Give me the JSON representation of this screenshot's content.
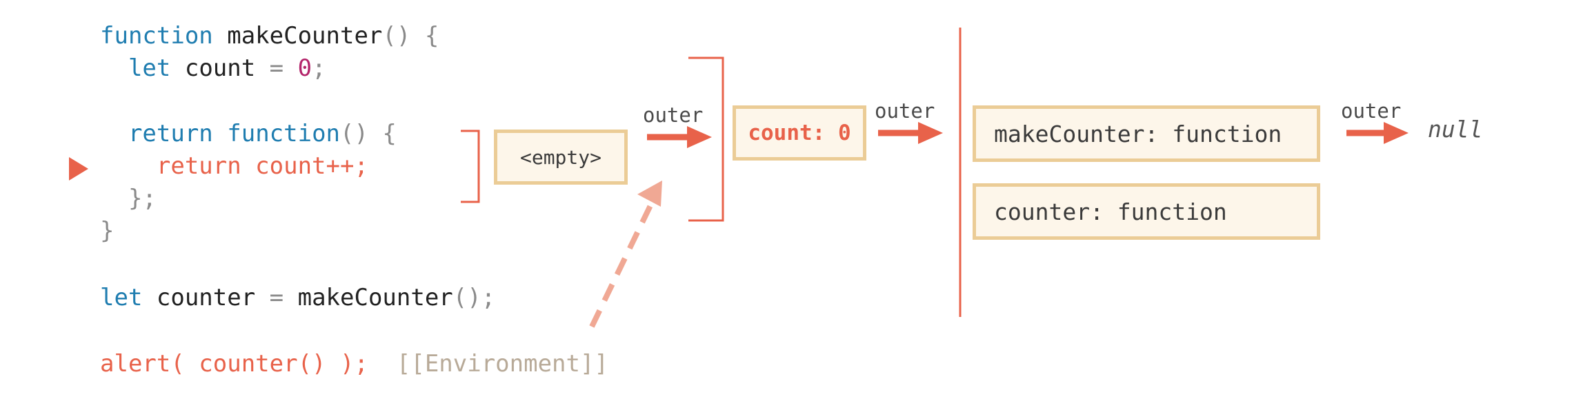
{
  "code": {
    "line1": {
      "kw": "function",
      "name": " makeCounter",
      "punc": "() {"
    },
    "line2": {
      "kw": "let",
      "name": " count ",
      "eq": "= ",
      "num": "0",
      "end": ";"
    },
    "line3": {
      "kw": "return",
      "fn": " function",
      "punc": "() {"
    },
    "line4": {
      "text": "return count++;"
    },
    "line5": {
      "text": "};"
    },
    "line6": {
      "text": "}"
    },
    "line7": {
      "kw": "let",
      "name": " counter ",
      "eq": "= ",
      "call": "makeCounter",
      "end": "();"
    },
    "line8": {
      "text": "alert( counter() );",
      "env": "[[Environment]]"
    }
  },
  "envs": {
    "empty": "<empty>",
    "count": "count: 0",
    "global_make": "makeCounter: function",
    "global_counter": "counter: function",
    "null": "null"
  },
  "labels": {
    "outer1": "outer",
    "outer2": "outer",
    "outer3": "outer"
  },
  "colors": {
    "accent": "#e8624a",
    "box_border": "#ebcc96",
    "box_fill": "#fdf6ea",
    "keyword": "#1f7db0",
    "number": "#b3246a"
  }
}
